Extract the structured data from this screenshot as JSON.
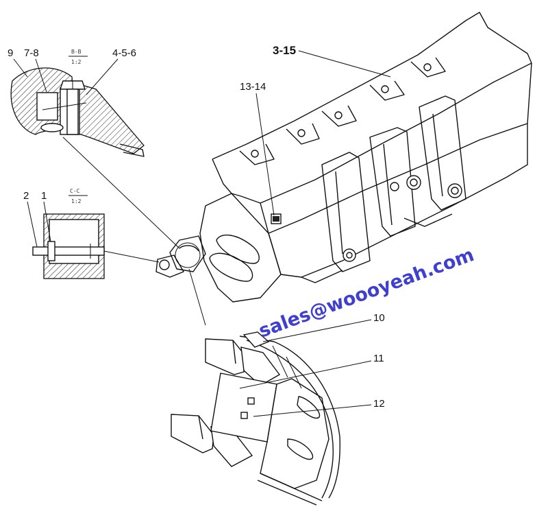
{
  "callouts": {
    "c9": "9",
    "c7_8": "7-8",
    "c4_5_6": "4-5-6",
    "c3_15": "3-15",
    "c13_14": "13-14",
    "c2": "2",
    "c1": "1",
    "c10": "10",
    "c11": "11",
    "c12": "12"
  },
  "sections": {
    "bb_name": "B-B",
    "bb_scale": "1:2",
    "cc_name": "C-C",
    "cc_scale": "1:2"
  },
  "watermark": {
    "text": "sales@woooyeah.com",
    "color": "#3f3fd0"
  }
}
